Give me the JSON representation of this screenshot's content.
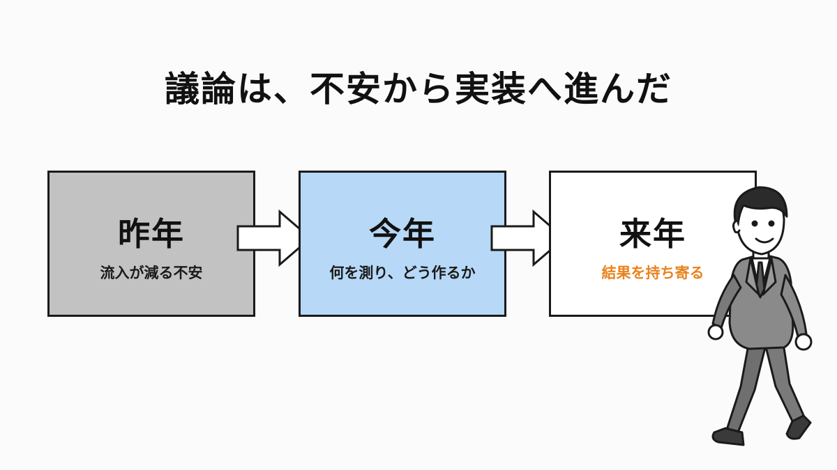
{
  "title": "議論は、不安から実装へ進んだ",
  "stages": [
    {
      "year": "昨年",
      "caption": "流入が減る不安",
      "fill": "#c2c2c2",
      "caption_color": "#1a1a1a"
    },
    {
      "year": "今年",
      "caption": "何を測り、どう作るか",
      "fill": "#b7d8f6",
      "caption_color": "#1a1a1a"
    },
    {
      "year": "来年",
      "caption": "結果を持ち寄る",
      "fill": "#ffffff",
      "caption_color": "#e8831f"
    }
  ],
  "arrow_fill": "#ffffff",
  "illustration": "businessman-walking-icon"
}
